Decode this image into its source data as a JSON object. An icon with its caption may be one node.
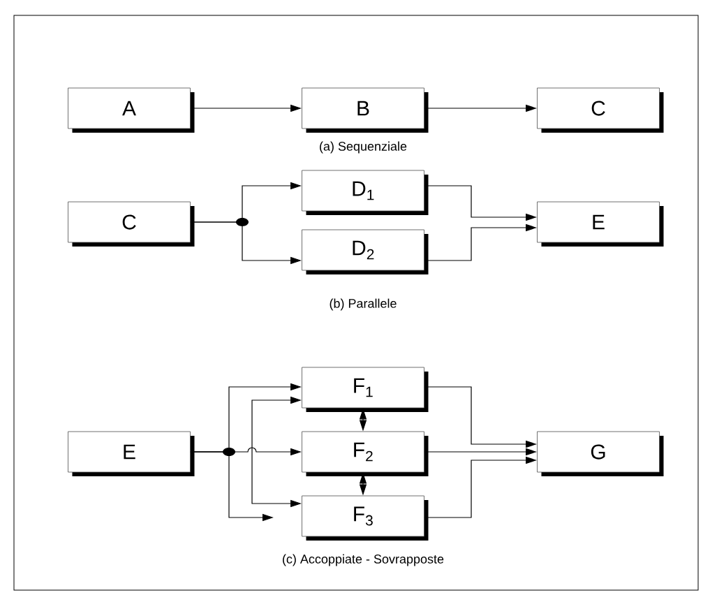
{
  "diagram": {
    "nodes": [
      {
        "text": [
          "A"
        ]
      },
      {
        "text": [
          "B"
        ]
      },
      {
        "text": [
          "C"
        ]
      },
      {
        "text": [
          "C"
        ]
      },
      {
        "text": [
          "D$_{1}$"
        ]
      },
      {
        "text": [
          "D$_{2}$"
        ]
      },
      {
        "text": [
          "E"
        ]
      },
      {
        "text": [
          "E"
        ]
      },
      {
        "text": [
          "F$_{1}$"
        ]
      },
      {
        "text": [
          "F$_{2}$"
        ]
      },
      {
        "text": [
          "F$_{3}$"
        ]
      },
      {
        "text": [
          "G"
        ]
      }
    ],
    "edges": [
      {
        "from": 0,
        "to": 1,
        "arrow": "to"
      },
      {
        "from": 1,
        "to": 2,
        "arrow": "to"
      },
      {
        "from": 3,
        "to": 4,
        "arrow": "to"
      },
      {
        "from": 3,
        "to": 5,
        "arrow": "to"
      },
      {
        "from": 4,
        "to": 6,
        "arrow": "to"
      },
      {
        "from": 5,
        "to": 6,
        "arrow": "to"
      },
      {
        "from": 7,
        "to": 8,
        "arrow": "to"
      },
      {
        "from": 7,
        "to": 9,
        "arrow": "to"
      },
      {
        "from": 7,
        "to": null,
        "arrow": "to"
      },
      {
        "from": 8,
        "to": 10,
        "arrow": "both"
      },
      {
        "from": 8,
        "to": 9,
        "arrow": "both"
      },
      {
        "from": 9,
        "to": 10,
        "arrow": "both"
      },
      {
        "from": 8,
        "to": 11,
        "arrow": "to"
      },
      {
        "from": 9,
        "to": 11,
        "arrow": "to"
      },
      {
        "from": 10,
        "to": 11,
        "arrow": "to"
      }
    ],
    "labels": [
      "(a) Sequenziale",
      "(b) Parallele",
      "(c) Accoppiate - Sovrapposte"
    ]
  }
}
